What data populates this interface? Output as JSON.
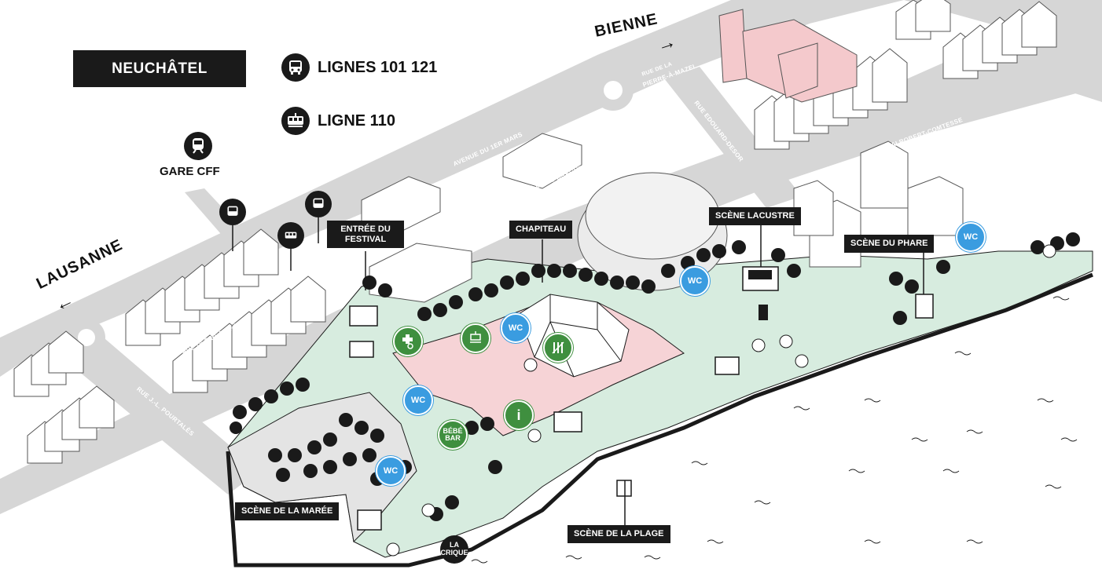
{
  "map": {
    "title": "NEUCHÂTEL",
    "legend": [
      {
        "icon": "bus-icon",
        "label": "LIGNES 101 121"
      },
      {
        "icon": "tram-icon",
        "label": "LIGNE 110"
      }
    ],
    "station": "GARE CFF",
    "directions": {
      "left": "LAUSANNE",
      "right": "BIENNE"
    },
    "venues": {
      "entrance": [
        "ENTRÉE DU",
        "FESTIVAL"
      ],
      "chapiteau": "CHAPITEAU",
      "lacustre": "SCÈNE LACUSTRE",
      "phare": "SCÈNE DU PHARE",
      "maree": "SCÈNE DE LA MARÉE",
      "plage": "SCÈNE DE LA PLAGE"
    },
    "streets": {
      "mars": "AVENUE DU 1ER MARS",
      "breguet": "RUE ABRAHAM-LOUIS BREGUET",
      "desor": "RUE EDOUARD-DESOR",
      "comtesse": "QUAI ROBERT-COMTESSE",
      "beaux_arts": "RUE DES BEAUX-ARTS",
      "pourtales": "RUE J.-L. POURTALÈS",
      "mazel_1": "RUE DE LA",
      "mazel_2": "PIERRE-À-MAZEL"
    },
    "pins": {
      "wc": "WC",
      "bebe_bar": [
        "BÉBÉ",
        "BAR"
      ],
      "info": "i",
      "crique": [
        "LA",
        "CRIQUE"
      ]
    },
    "colors": {
      "road": "#d6d6d6",
      "lawn": "#d7ecdf",
      "plaza": "#f6d3d6",
      "water_edge": "#1a1a1a",
      "wc_pin": "#3a9ce0",
      "service_pin": "#3f8f3f",
      "church": "#f4c9cc"
    }
  }
}
